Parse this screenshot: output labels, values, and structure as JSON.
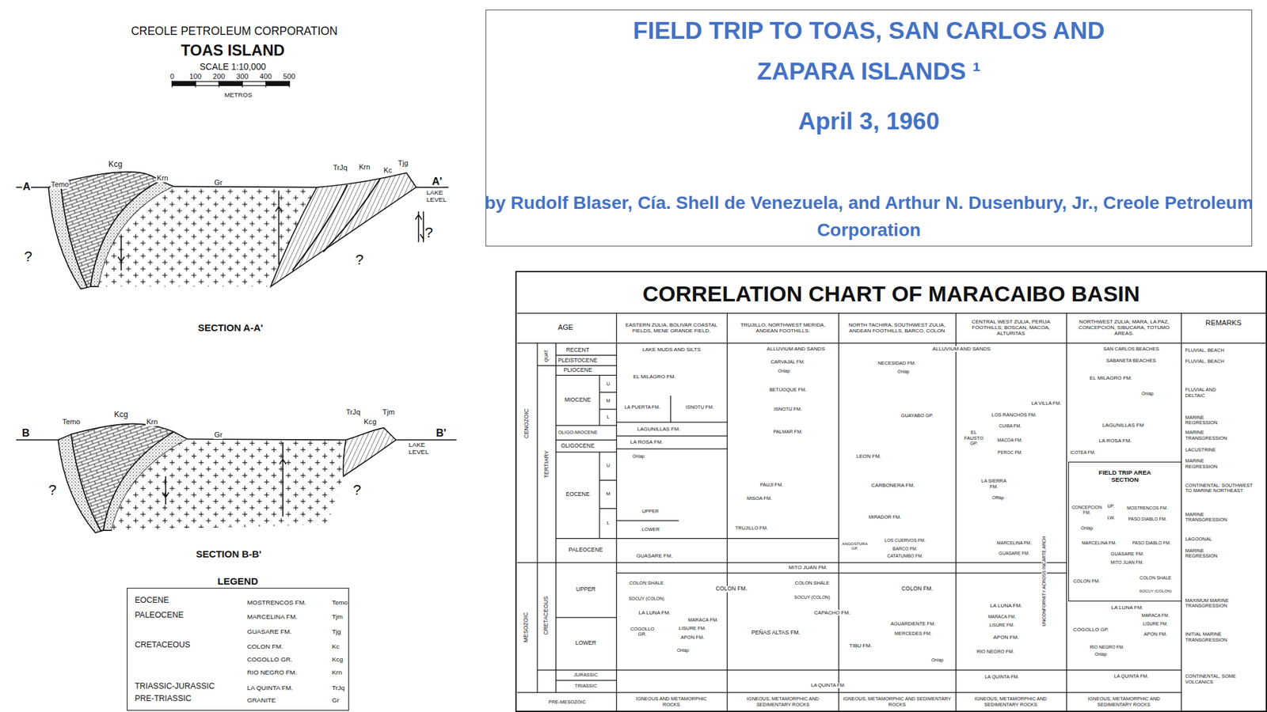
{
  "diagram": {
    "nodes": [
      {
        "text": [
          "FIELD TRIP TO TOAS, SAN CARLOS AND ZAPARA ISLANDS ¹",
          "April 3, 1960",
          "by Rudolf Blaser, Cía. Shell de Venezuela, and Arthur N. Dusenbury, Jr., Creole Petroleum Corporation"
        ]
      },
      {
        "text": [
          "LEGEND"
        ]
      },
      {
        "text": [
          "CORRELATION CHART OF MARACAIBO BASIN"
        ]
      },
      {
        "text": [
          "FIELD TRIP AREA SECTION"
        ],
        "in": 2
      }
    ],
    "labels": [
      "CREOLE PETROLEUM CORPORATION",
      "TOAS ISLAND",
      "SCALE 1:10,000",
      "0",
      "100",
      "200",
      "300",
      "400",
      "500",
      "METROS",
      "A",
      "Temo",
      "Kcg",
      "Krn",
      "Gr",
      "TrJq",
      "Krn",
      "Kc",
      "Tjg",
      "A'",
      "LAKE",
      "LEVEL",
      "?",
      "?",
      "?",
      "SECTION A-A'",
      "B",
      "Temo",
      "Kcg",
      "Krn",
      "Gr",
      "TrJq",
      "Tjm",
      "Kcg",
      "LAKE",
      "LEVEL",
      "B'",
      "?",
      "?",
      "SECTION B-B'",
      "EOCENE",
      "MOSTRENCOS FM.",
      "Temo",
      "PALEOCENE",
      "MARCELINA FM.",
      "Tjm",
      "GUASARE FM.",
      "Tjg",
      "CRETACEOUS",
      "COLON FM.",
      "Kc",
      "COGOLLO GR.",
      "Kcg",
      "RIO NEGRO FM.",
      "Krn",
      "TRIASSIC-JURASSIC",
      "LA QUINTA FM.",
      "TrJq",
      "PRE-TRIASSIC",
      "GRANITE",
      "Gr",
      "AGE",
      "EASTERN ZULIA, BOLIVAR COASTAL FIELDS, MENE GRANDE FIELD.",
      "TRUJILLO, NORTHWEST MERIDA, ANDEAN FOOTHILLS.",
      "NORTH TACHIRA, SOUTHWEST ZULIA, ANDEAN FOOTHILLS, BARCO, COLON",
      "CENTRAL WEST ZULIA, PERIJA FOOTHILLS; BOSCAN, MACOA, ALTURITAS",
      "NORTHWEST ZULIA; MARA, LA PAZ, CONCEPCION, SIBUCARA, TOTUMO AREAS.",
      "REMARKS",
      "CENOZOIC",
      "MESOZOIC",
      "QUAT.",
      "TERTIARY",
      "CRETACEOUS",
      "RECENT",
      "PLEISTOCENE",
      "PLIOCENE",
      "MIOCENE",
      "U",
      "M",
      "L",
      "OLIGO-MIOCENE",
      "OLIGOCENE",
      "EOCENE",
      "U",
      "M",
      "L",
      "PALEOCENE",
      "UPPER",
      "LOWER",
      "JURASSIC",
      "TRIASSIC",
      "PRE-MESOZOIC",
      "IGNEOUS AND METAMORPHIC ROCKS",
      "IGNEOUS, METAMORPHIC AND SEDIMENTARY ROCKS",
      "IGNEOUS, METAMORPHIC AND SEDIMENTARY ROCKS",
      "IGNEOUS, METAMORPHIC AND SEDIMENTARY ROCKS",
      "IGNEOUS, METAMORPHIC AND SEDIMENTARY ROCKS",
      "FLUVIAL, BEACH",
      "FLUVIAL, BEACH",
      "FLUVIAL AND DELTAIC",
      "MARINE REGRESSION",
      "MARINE TRANSGRESSION",
      "LACUSTRINE",
      "MARINE REGRESSION",
      "CONTINENTAL: SOUTHWEST TO MARINE NORTHEAST",
      "MARINE TRANSGRESSION",
      "LAGOONAL",
      "MARINE REGRESSION",
      "MAXIMUM MARINE TRANSGRESSION",
      "INITIAL MARINE TRANSGRESSION",
      "CONTINENTAL, SOME VOLCANICS",
      "LAKE MUDS AND SILTS",
      "ALLUVIUM AND SANDS",
      "ALLUVIUM AND SANDS",
      "SAN CARLOS BEACHES",
      "CARVAJAL FM.",
      "NECESIDAD FM.",
      "SABANETA BEACHES",
      "Onlap",
      "Onlap",
      "EL MILAGRO FM.",
      "EL MILAGRO FM.",
      "BETIJOQUE FM.",
      "Onlap",
      "LA VILLA FM.",
      "LA PUERTA FM.",
      "ISNOTU FM.",
      "ISNOTU FM.",
      "LOS RANCHOS FM.",
      "GUAYABO GP.",
      "LAGUNILLAS FM.",
      "PALMAR FM.",
      "CUIBA FM.",
      "LAGUNILLAS FM",
      "EL FAUSTO GP.",
      "LA ROSA FM.",
      "MACOA FM.",
      "LA ROSA FM.",
      "PEROC FM.",
      "ICOTEA FM.",
      "Onlap",
      "LEON FM.",
      "PAUJI FM.",
      "CARBONERA FM.",
      "LA SIERRA FM.",
      "Offlap",
      "MISOA FM.",
      "CONCEPCION FM.",
      "UP.",
      "LW.",
      "MOSTRENCOS FM.",
      "PASO DIABLO FM.",
      "UPPER",
      "MIRADOR FM.",
      "TRUJILLO FM.",
      "LOWER",
      "Onlap",
      "ANGOSTURA GP.",
      "LOS CUERVOS FM.",
      "BARCO FM.",
      "CATATUMBO FM.",
      "MARCELINA FM.",
      "GUASARE FM.",
      "MARCELINA FM.",
      "PASO DIABLO FM.",
      "GUASARE FM.",
      "GUASARE FM.",
      "MITO JUAN FM.",
      "MITO JUAN FM.",
      "UNCONFORMITY ACROSS INCARTE ARCH",
      "COLON SHALE",
      "COLON FM.",
      "COLON SHALE",
      "COLON FM.",
      "COLON FM.",
      "COLON SHALE",
      "SOCUY (COLON)",
      "SOCUY (COLON)",
      "SOCUY (COLON)",
      "LA LUNA FM.",
      "LA LUNA FM.",
      "CAPACHO FM.",
      "LA LUNA FM.",
      "MARACA FM.",
      "MARACA FM.",
      "MARACA FM.",
      "AGUARDIENTE FM.",
      "LISURE FM.",
      "LISURE FM.",
      "LISURE FM.",
      "COGOLLO GR.",
      "PEÑAS ALTAS FM.",
      "MERCEDES FM.",
      "COGOLLO GP.",
      "APON FM.",
      "APON FM.",
      "APON FM.",
      "TIBU FM.",
      "RIO NEGRO FM.",
      "RIO NEGRO FM.",
      "Onlap",
      "Onlap",
      "Onlap",
      "LA QUINTA FM.",
      "LA QUINTA FM.",
      "LA QUINTA FM."
    ]
  }
}
